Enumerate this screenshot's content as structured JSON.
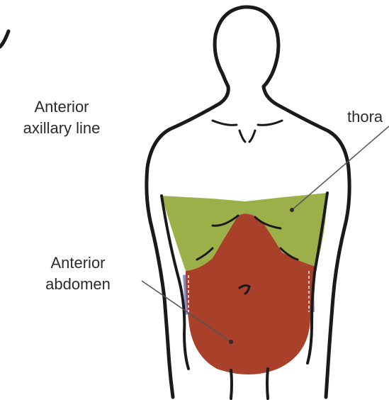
{
  "labels": {
    "axillary_line": [
      "Anterior",
      "axillary line"
    ],
    "abdomen": [
      "Anterior",
      "abdomen"
    ],
    "thorax": "thora"
  },
  "colors": {
    "outline": "#1a1a1a",
    "thorax_region": "#9cb04a",
    "abdomen_region": "#a8402a",
    "flank_region": "#7f8fd8",
    "leader_line": "#555555"
  }
}
